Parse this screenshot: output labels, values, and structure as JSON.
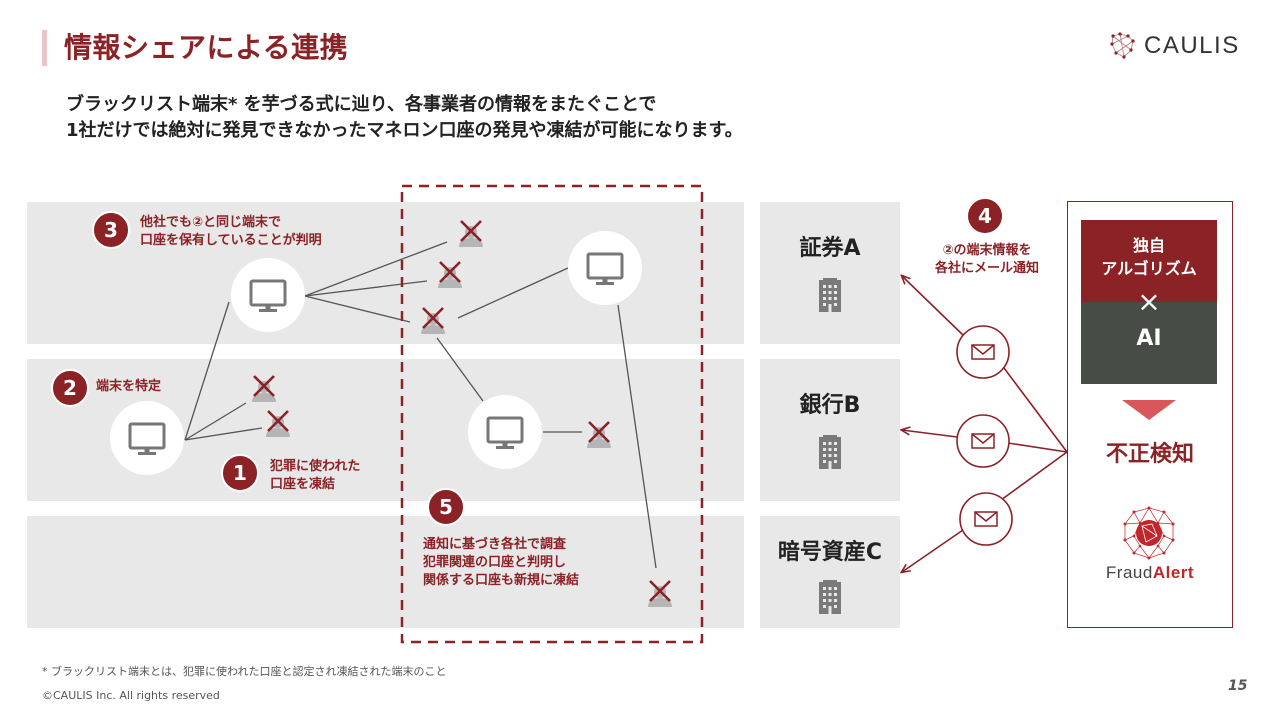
{
  "header": {
    "title": "情報シェアによる連携",
    "logo_text": "CAULIS"
  },
  "subtitle": {
    "line1": "ブラックリスト端末* を芋づる式に辿り、各事業者の情報をまたぐことで",
    "line2": "1社だけでは絶対に発見できなかったマネロン口座の発見や凍結が可能になります。"
  },
  "steps": [
    {
      "number": "1",
      "line1": "犯罪に使われた",
      "line2": "口座を凍結"
    },
    {
      "number": "2",
      "line1": "端末を特定"
    },
    {
      "number": "3",
      "line1": "他社でも②と同じ端末で",
      "line2": "口座を保有していることが判明"
    },
    {
      "number": "4",
      "line1": "②の端末情報を",
      "line2": "各社にメール通知"
    },
    {
      "number": "5",
      "line1": "通知に基づき各社で調査",
      "line2": "犯罪関連の口座と判明し",
      "line3": "関係する口座も新規に凍結"
    }
  ],
  "companies": [
    {
      "name": "証券A"
    },
    {
      "name": "銀行B"
    },
    {
      "name": "暗号資産C"
    }
  ],
  "engine": {
    "algo_line1": "独自",
    "algo_line2": "アルゴリズム",
    "times": "×",
    "ai": "AI",
    "result": "不正検知",
    "product_part1": "Fraud",
    "product_part2": "Alert"
  },
  "colors": {
    "brand": "#8b2226",
    "band": "#e8e8e8",
    "ai_box": "#474c47",
    "arrow_down": "#d9575b"
  },
  "footer": {
    "footnote": "* ブラックリスト端末とは、犯罪に使われた口座と認定され凍結された端末のこと",
    "copyright": "©CAULIS Inc. All rights reserved",
    "page_number": "15"
  }
}
